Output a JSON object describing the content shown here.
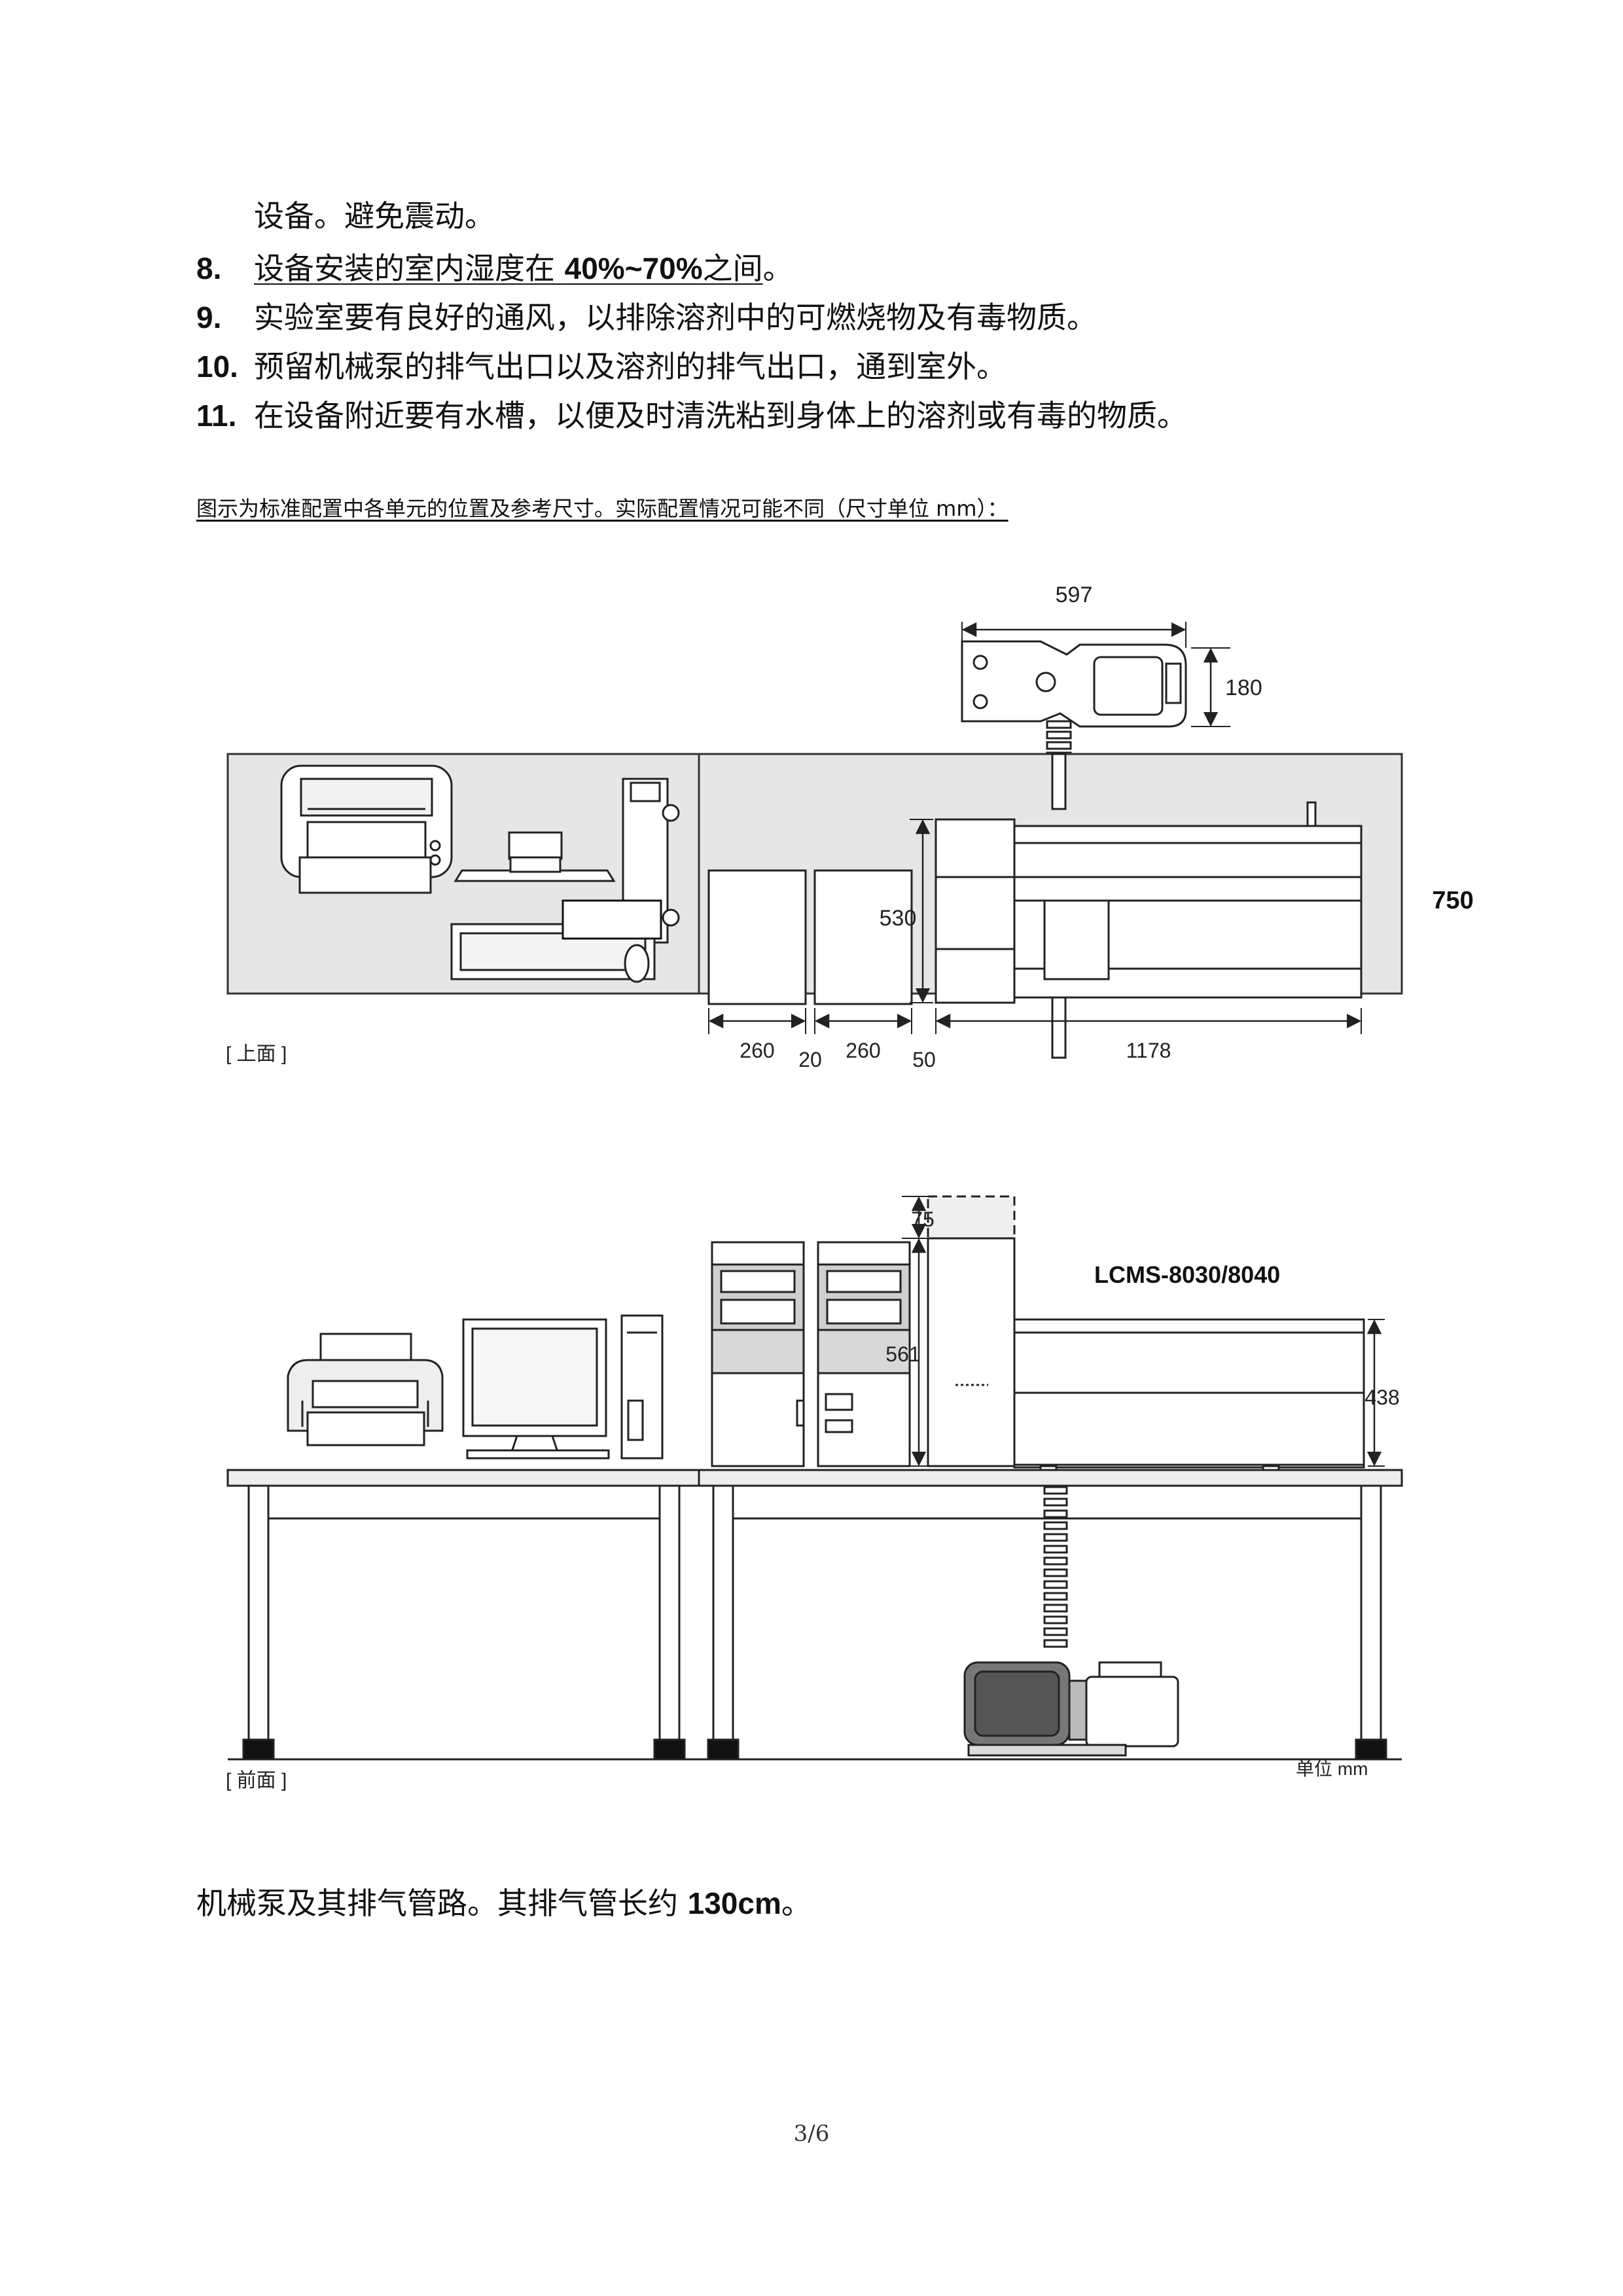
{
  "intro": {
    "text": "设备。避免震动。"
  },
  "items": [
    {
      "num": "8.",
      "pre": "设备安装的室内湿度在 ",
      "bold": "40%~70%",
      "post": "之间",
      "tail": "。"
    },
    {
      "num": "9.",
      "text": "实验室要有良好的通风，以排除溶剂中的可燃烧物及有毒物质。"
    },
    {
      "num": "10.",
      "text": "预留机械泵的排气出口以及溶剂的排气出口，通到室外。"
    },
    {
      "num": "11.",
      "text": "在设备附近要有水槽，以便及时清洗粘到身体上的溶剂或有毒的物质。"
    }
  ],
  "caption": "图示为标准配置中各单元的位置及参考尺寸。实际配置情况可能不同（尺寸单位 mm）：",
  "top_view": {
    "label": "[ 上面 ]",
    "dims": {
      "pump_width": "597",
      "pump_depth": "180",
      "unit_height": "530",
      "depth": "750",
      "w1": "260",
      "gap1": "20",
      "w2": "260",
      "gap2": "50",
      "ms_width": "1178"
    }
  },
  "front_view": {
    "label": "[ 前面 ]",
    "model": "LCMS-8030/8040",
    "dims": {
      "top_clear": "75",
      "stack_height": "561",
      "ms_height": "438"
    },
    "unit_note": "单位 mm"
  },
  "footnote": {
    "pre": "机械泵及其排气管路。其排气管长约 ",
    "bold": "130cm",
    "post": "。"
  },
  "page": {
    "number": "3/6"
  }
}
